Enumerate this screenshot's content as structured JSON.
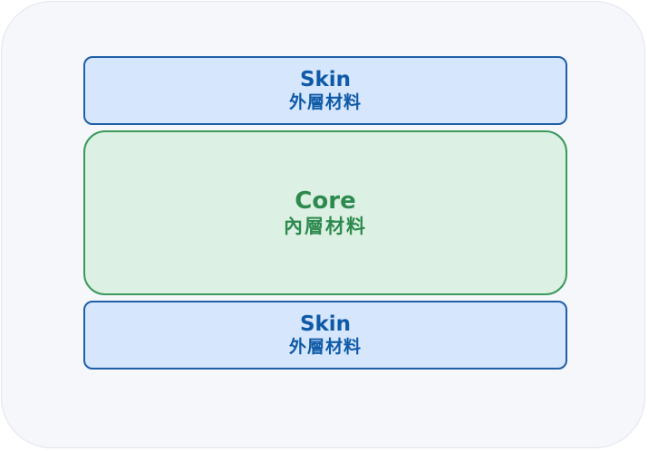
{
  "layers": {
    "skin_top": {
      "label": "Skin",
      "sublabel": "外層材料"
    },
    "core": {
      "label": "Core",
      "sublabel": "內層材料"
    },
    "skin_bottom": {
      "label": "Skin",
      "sublabel": "外層材料"
    }
  },
  "colors": {
    "skin_fill": "#d5e6fd",
    "skin_border": "#1f5fa6",
    "skin_text": "#0f5aa6",
    "core_fill": "#dcf0e3",
    "core_border": "#3a9a5a",
    "core_text": "#2d8a4e",
    "frame_fill": "#f5f7fb",
    "frame_border": "#e1e5ee"
  }
}
